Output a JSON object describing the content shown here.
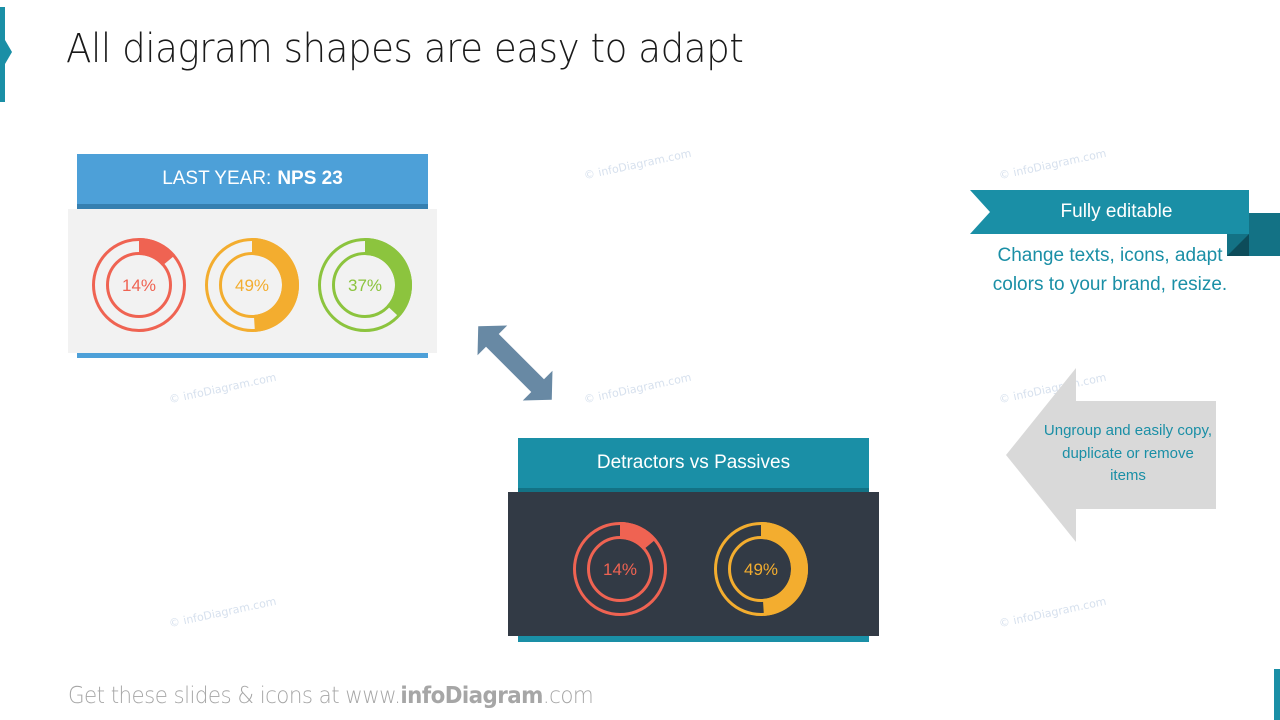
{
  "title": "All diagram shapes are easy to adapt",
  "watermark": "© infoDiagram.com",
  "colors": {
    "teal": "#1a8fa6",
    "blue": "#4da0d8",
    "dark_panel": "#323a45",
    "light_panel": "#f2f2f2",
    "red": "#ef6352",
    "orange": "#f3ad2f",
    "green": "#8cc43e",
    "arrow_blue_grey": "#6889a4",
    "grey_arrow": "#d9d9d9",
    "footer_grey": "#a6a6a6"
  },
  "panel_last_year": {
    "header_label": "LAST YEAR:",
    "header_value": "NPS 23",
    "donuts": [
      {
        "label": "14%",
        "value": 14,
        "color": "#ef6352"
      },
      {
        "label": "49%",
        "value": 49,
        "color": "#f3ad2f"
      },
      {
        "label": "37%",
        "value": 37,
        "color": "#8cc43e"
      }
    ]
  },
  "panel_detractors": {
    "header": "Detractors vs Passives",
    "donuts": [
      {
        "label": "14%",
        "value": 14,
        "color": "#ef6352"
      },
      {
        "label": "49%",
        "value": 49,
        "color": "#f3ad2f"
      }
    ]
  },
  "ribbon": {
    "label": "Fully editable",
    "description": "Change texts, icons, adapt colors to your brand, resize."
  },
  "grey_arrow": {
    "text": "Ungroup and easily copy, duplicate or remove items"
  },
  "footer": {
    "prefix": "Get these slides & icons at www.",
    "brand": "infoDiagram",
    "suffix": ".com"
  }
}
